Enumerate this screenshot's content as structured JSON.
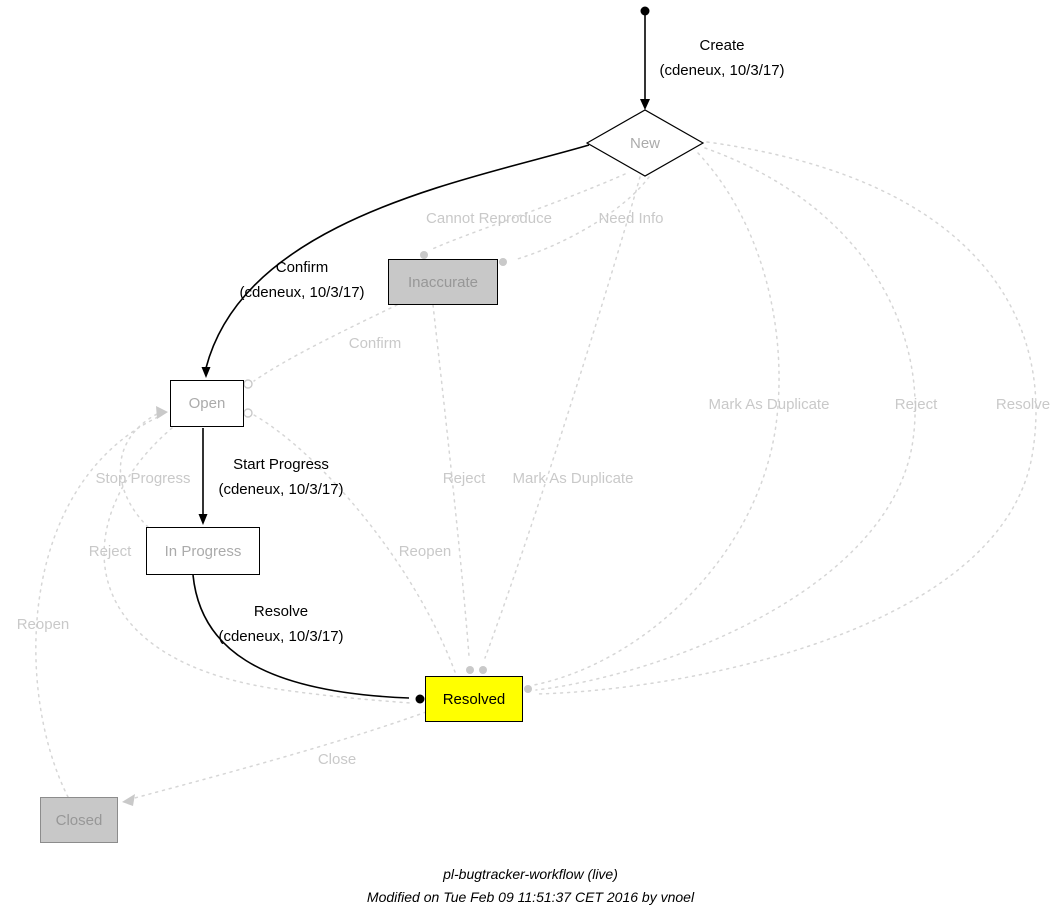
{
  "diagram_name": "pl-bugtracker-workflow",
  "states": {
    "start": {
      "type": "initial-marker"
    },
    "new": {
      "label": "New",
      "shape": "diamond"
    },
    "inaccurate": {
      "label": "Inaccurate",
      "shape": "rect"
    },
    "open": {
      "label": "Open",
      "shape": "rect"
    },
    "in_progress": {
      "label": "In Progress",
      "shape": "rect"
    },
    "resolved": {
      "label": "Resolved",
      "shape": "rect",
      "highlighted": true
    },
    "closed": {
      "label": "Closed",
      "shape": "rect"
    }
  },
  "transitions": {
    "active": {
      "create": {
        "label": "Create",
        "annotation": "(cdeneux, 10/3/17)",
        "from": "start",
        "to": "New"
      },
      "confirm": {
        "label": "Confirm",
        "annotation": "(cdeneux, 10/3/17)",
        "from": "New",
        "to": "Open"
      },
      "start_progress": {
        "label": "Start Progress",
        "annotation": "(cdeneux, 10/3/17)",
        "from": "Open",
        "to": "In Progress"
      },
      "resolve": {
        "label": "Resolve",
        "annotation": "(cdeneux, 10/3/17)",
        "from": "In Progress",
        "to": "Resolved"
      }
    },
    "inactive": {
      "cannot_reproduce": {
        "label": "Cannot Reproduce"
      },
      "need_info": {
        "label": "Need Info"
      },
      "confirm": {
        "label": "Confirm"
      },
      "mark_as_duplicate_from_new": {
        "label": "Mark As Duplicate"
      },
      "reject_from_new": {
        "label": "Reject"
      },
      "resolve_from_new": {
        "label": "Resolve"
      },
      "stop_progress": {
        "label": "Stop Progress"
      },
      "reject_mid": {
        "label": "Reject"
      },
      "mark_as_duplicate_mid": {
        "label": "Mark As Duplicate"
      },
      "reopen_from_resolved": {
        "label": "Reopen"
      },
      "reject_left": {
        "label": "Reject"
      },
      "reopen_from_closed": {
        "label": "Reopen"
      },
      "close": {
        "label": "Close"
      }
    }
  },
  "footer": {
    "line1": "pl-bugtracker-workflow (live)",
    "line2": "Modified on Tue Feb 09 11:51:37 CET 2016 by vnoel"
  },
  "colors": {
    "active_edge": "#000000",
    "inactive_edge": "#d6d6d6",
    "state_fill_default": "#ffffff",
    "state_fill_disabled": "#c8c8c8",
    "state_fill_current": "#ffff00",
    "state_text_muted": "#ababab"
  }
}
